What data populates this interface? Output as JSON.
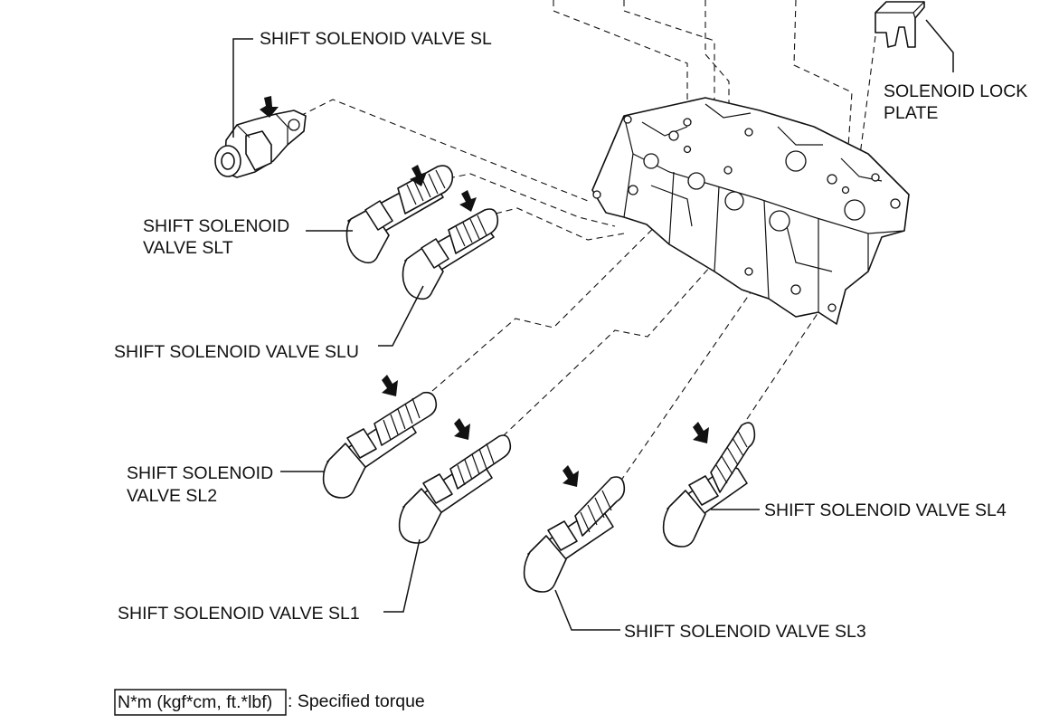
{
  "labels": {
    "sl": "SHIFT SOLENOID VALVE SL",
    "slt_line1": "SHIFT SOLENOID",
    "slt_line2": "VALVE SLT",
    "slu": "SHIFT SOLENOID VALVE SLU",
    "sl2_line1": "SHIFT SOLENOID",
    "sl2_line2": "VALVE SL2",
    "sl1": "SHIFT SOLENOID VALVE SL1",
    "sl3": "SHIFT SOLENOID VALVE SL3",
    "sl4": "SHIFT SOLENOID VALVE SL4",
    "lock_plate_line1": "SOLENOID LOCK",
    "lock_plate_line2": "PLATE"
  },
  "legend": {
    "torque_unit": "N*m (kgf*cm, ft.*lbf)",
    "description": ": Specified torque"
  }
}
